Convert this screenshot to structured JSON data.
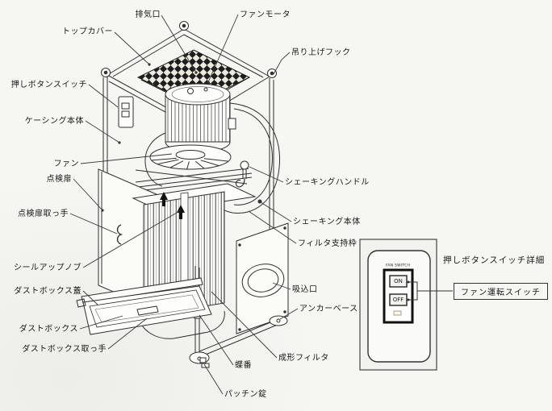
{
  "labels": {
    "exhaust_port": "排気口",
    "fan_motor": "ファンモータ",
    "top_cover": "トップカバー",
    "lifting_hook": "吊り上げフック",
    "push_button_switch": "押しボタンスイッチ",
    "casing_body": "ケーシング本体",
    "fan": "ファン",
    "inspection_door": "点検扉",
    "inspection_door_handle": "点検扉取っ手",
    "seal_up_knob": "シールアップノブ",
    "shaking_handle": "シェーキングハンドル",
    "shaking_body": "シェーキング本体",
    "filter_support_frame": "フィルタ支持枠",
    "suction_inlet": "吸込口",
    "anchor_base": "アンカーベース",
    "molded_filter": "成形フィルタ",
    "dust_box_lid": "ダストボックス蓋",
    "dust_box": "ダストボックス",
    "dust_box_handle": "ダストボックス取っ手",
    "hinge": "蝶番",
    "snap_lock": "パッチン錠"
  },
  "detail_panel": {
    "title": "押しボタンスイッチ詳細",
    "plate_heading": "FAN SWITCH",
    "on_label": "ON",
    "off_label": "OFF",
    "callout": "ファン運転スイッチ"
  },
  "colors": {
    "paper": "#f6f6f3",
    "line": "#2f2f2f",
    "ink": "#111111"
  }
}
